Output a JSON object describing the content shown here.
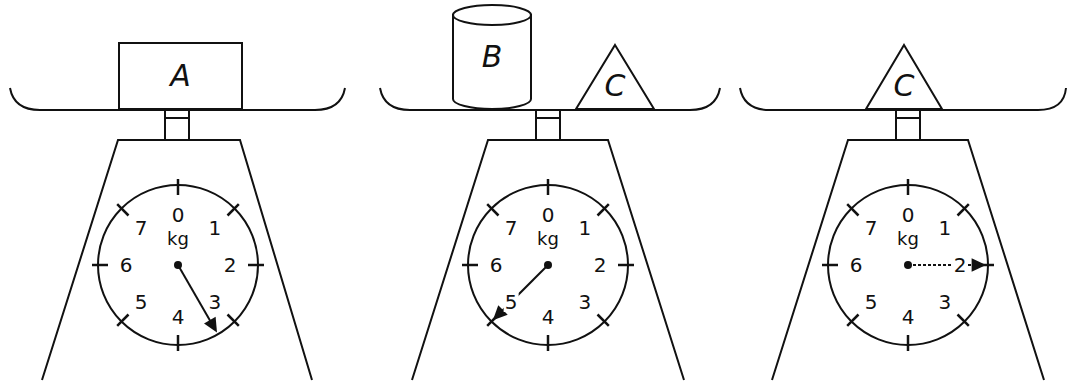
{
  "diagram": {
    "nodes": [
      {
        "text": [
          "A"
        ]
      },
      {
        "text": [
          "B"
        ]
      },
      {
        "text": [
          "C"
        ]
      },
      {
        "text": [
          "C"
        ]
      }
    ],
    "labels": [
      "0",
      "1",
      "2",
      "3",
      "4",
      "5",
      "6",
      "7",
      "kg",
      "0",
      "1",
      "2",
      "3",
      "4",
      "5",
      "6",
      "7",
      "kg",
      "0",
      "1",
      "2",
      "3",
      "4",
      "5",
      "6",
      "7",
      "kg"
    ]
  }
}
